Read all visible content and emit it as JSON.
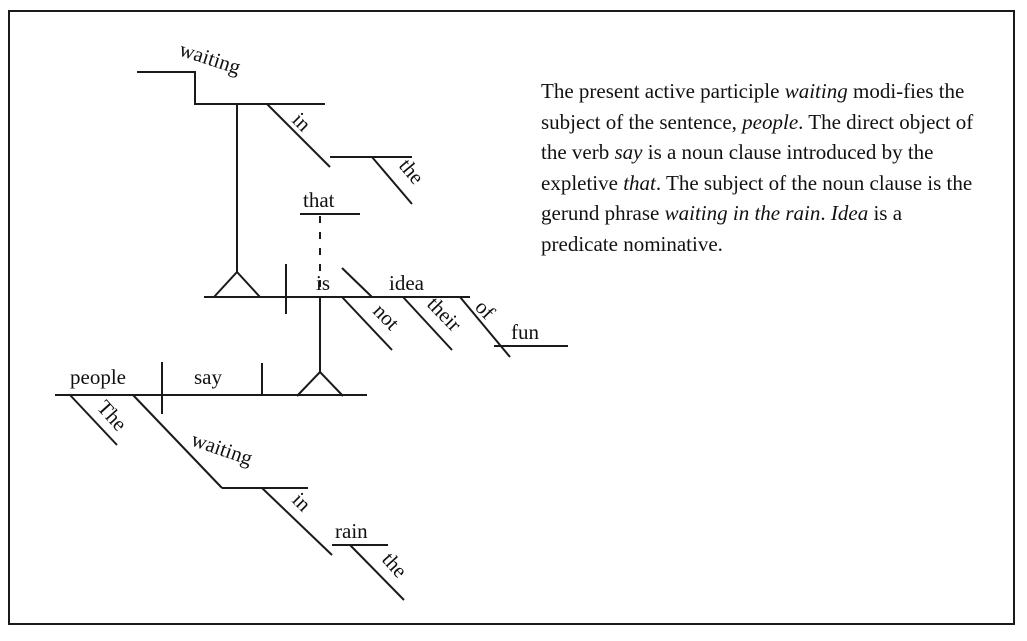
{
  "diagram": {
    "words": {
      "waiting_top": "waiting",
      "in_top": "in",
      "the_top": "the",
      "that": "that",
      "is": "is",
      "idea": "idea",
      "not": "not",
      "their": "their",
      "of": "of",
      "fun": "fun",
      "people": "people",
      "say": "say",
      "the_subject": "The",
      "waiting_bottom": "waiting",
      "in_bottom": "in",
      "rain": "rain",
      "the_bottom": "the"
    }
  },
  "caption": {
    "s1": "The present active participle ",
    "s1_em": "waiting",
    "s2": " modi-fies the subject of the sentence, ",
    "s2_em": "people",
    "s3": ". The direct object of the verb ",
    "s3_em": "say",
    "s4": " is a noun clause introduced by the expletive ",
    "s4_em": "that",
    "s5": ". The subject of the noun clause is the gerund phrase ",
    "s5_em": "waiting in the rain",
    "s6": ". ",
    "s6_em": "Idea",
    "s7": " is a predicate nominative."
  }
}
